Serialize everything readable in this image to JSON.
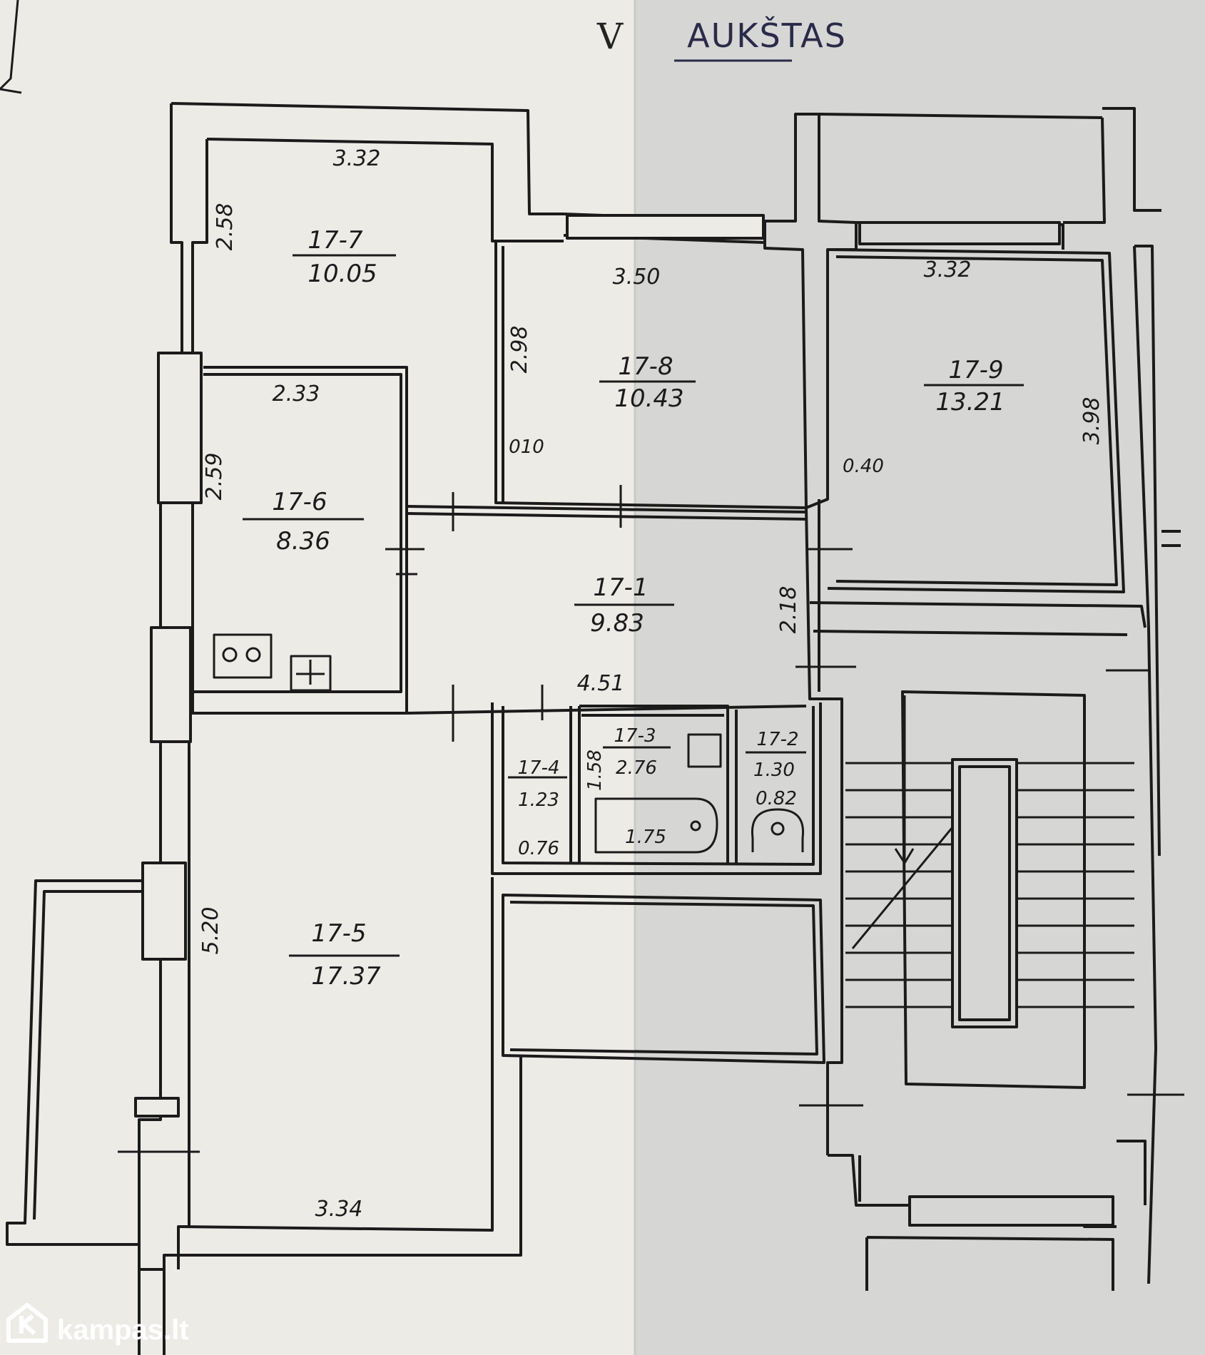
{
  "header": {
    "floor_mark": "V",
    "stamp_text": "AUKŠTAS"
  },
  "rooms": [
    {
      "id": "17-7",
      "area": "10.05"
    },
    {
      "id": "17-8",
      "area": "10.43"
    },
    {
      "id": "17-9",
      "area": "13.21"
    },
    {
      "id": "17-6",
      "area": "8.36"
    },
    {
      "id": "17-1",
      "area": "9.83"
    },
    {
      "id": "17-5",
      "area": "17.37"
    },
    {
      "id": "17-4",
      "area": "1.23"
    },
    {
      "id": "17-3",
      "area": "2.76"
    },
    {
      "id": "17-2",
      "area": "1.30"
    }
  ],
  "dimensions": {
    "d_332_top": "3.32",
    "d_258": "2.58",
    "d_350": "3.50",
    "d_332_right": "3.32",
    "d_298": "2.98",
    "d_233": "2.33",
    "d_259": "2.59",
    "d_010": "010",
    "d_040": "0.40",
    "d_398": "3.98",
    "d_218": "2.18",
    "d_451": "4.51",
    "d_158": "1.58",
    "d_082": "0.82",
    "d_076": "0.76",
    "d_175": "1.75",
    "d_520": "5.20",
    "d_334": "3.34"
  },
  "watermark": {
    "text": "kampas.lt",
    "icon": "house-k-icon"
  },
  "colors": {
    "paper_left": "#ecebe6",
    "paper_right": "#d6d6d4",
    "ink": "#1b1b1b"
  }
}
